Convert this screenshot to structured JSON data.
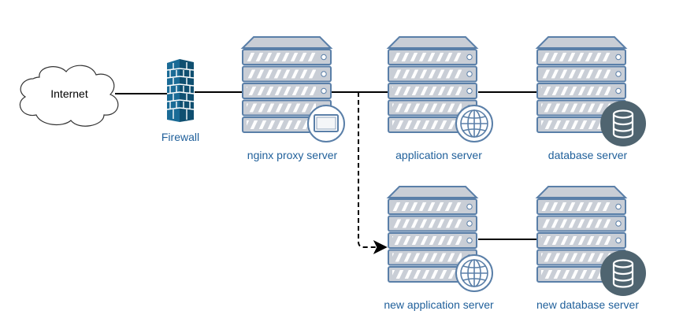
{
  "nodes": {
    "internet": {
      "label": "Internet"
    },
    "firewall": {
      "label": "Firewall"
    },
    "proxy": {
      "label": "nginx proxy server"
    },
    "app": {
      "label": "application server"
    },
    "db": {
      "label": "database server"
    },
    "new_app": {
      "label": "new application server"
    },
    "new_db": {
      "label": "new database server"
    }
  },
  "colors": {
    "label": "#1f5f9a",
    "server_fill": "#c9ced6",
    "server_stroke": "#5a7fa8",
    "firewall": "#1a6b96",
    "badge_dark": "#4f6470",
    "line": "#000000"
  },
  "icons": {
    "cloud": "cloud-icon",
    "firewall": "firewall-icon",
    "server": "server-rack-icon",
    "web": "globe-icon",
    "database": "database-icon",
    "monitor": "monitor-icon"
  },
  "connections": [
    {
      "from": "internet",
      "to": "firewall",
      "style": "solid"
    },
    {
      "from": "firewall",
      "to": "proxy",
      "style": "solid"
    },
    {
      "from": "proxy",
      "to": "app",
      "style": "solid"
    },
    {
      "from": "app",
      "to": "db",
      "style": "solid"
    },
    {
      "from": "proxy",
      "to": "new_app",
      "style": "dashed-arrow"
    },
    {
      "from": "new_app",
      "to": "new_db",
      "style": "solid"
    }
  ]
}
